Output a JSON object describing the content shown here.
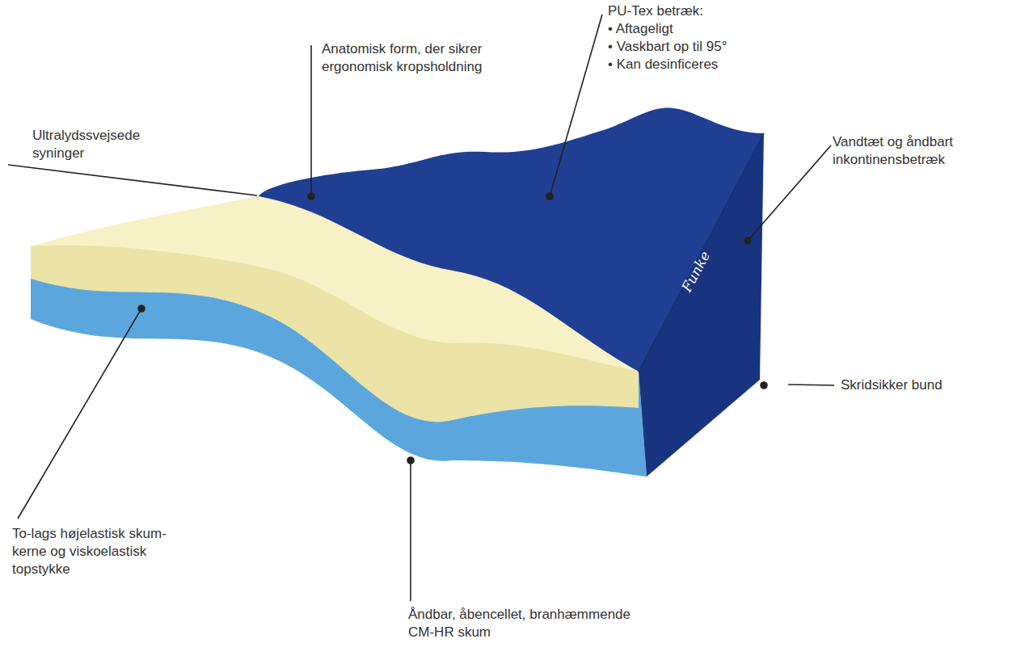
{
  "diagram": {
    "labels": [
      "Ultralydssvejsede syninger",
      "Anatomisk form, der sikrer ergonomisk kropsholdning",
      "PU-Tex betræk:",
      "• Aftageligt",
      "• Vaskbart op til 95°",
      "• Kan desinficeres",
      "Vandtæt og åndbart inkontinensbetræk",
      "Skridsikker bund",
      "To-lags højelastisk skum- kerne og viskoelastisk topstykke",
      "Åndbar, åbencellet, branhæmmende CM-HR skum",
      "Funke"
    ]
  }
}
